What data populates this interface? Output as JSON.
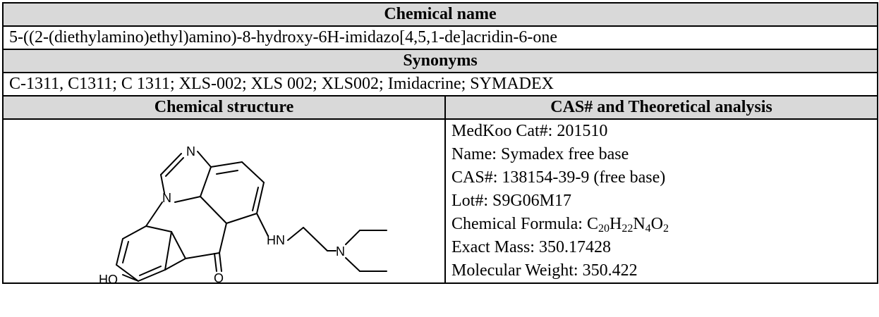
{
  "rows": {
    "chemical_name_header": "Chemical name",
    "chemical_name_value": "5-((2-(diethylamino)ethyl)amino)-8-hydroxy-6H-imidazo[4,5,1-de]acridin-6-one",
    "synonyms_header": "Synonyms",
    "synonyms_value": "C-1311, C1311; C 1311; XLS-002; XLS 002; XLS002; Imidacrine; SYMADEX",
    "structure_header": "Chemical structure",
    "analysis_header": "CAS# and Theoretical analysis"
  },
  "structure": {
    "atom_labels": {
      "n_imidazole_top": "N",
      "n_imidazole_ring": "N",
      "carbonyl_o": "O",
      "hydroxyl": "HO",
      "amine": "HN",
      "tertiary_n": "N"
    }
  },
  "analysis": {
    "catalog": "MedKoo Cat#: 201510",
    "name": "Name: Symadex free base",
    "cas": "CAS#: 138154-39-9 (free base)",
    "lot": "Lot#: S9G06M17",
    "formula_label": "Chemical Formula: ",
    "formula_parts": {
      "c": "C",
      "c_n": "20",
      "h": "H",
      "h_n": "22",
      "n": "N",
      "n_n": "4",
      "o": "O",
      "o_n": "2"
    },
    "exact_mass": "Exact Mass: 350.17428",
    "molecular_weight": "Molecular Weight: 350.422"
  }
}
